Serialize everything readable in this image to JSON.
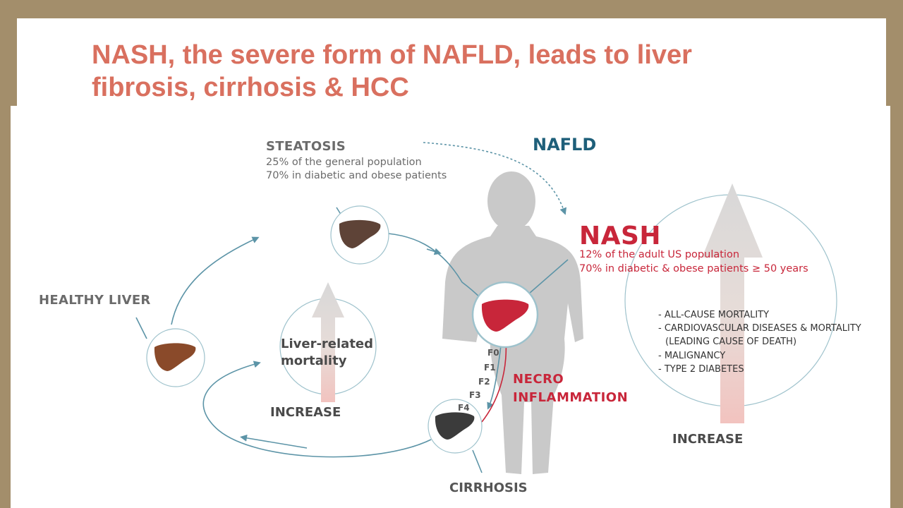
{
  "slide": {
    "title": "NASH, the severe form of NAFLD, leads to liver fibrosis, cirrhosis & HCC"
  },
  "diagram": {
    "steatosis": {
      "heading": "STEATOSIS",
      "line1": "25% of the general population",
      "line2": "70% in diabetic and obese patients"
    },
    "nafld_label": "NAFLD",
    "nash": {
      "heading": "NASH",
      "line1": "12% of the adult US population",
      "line2": "70% in diabetic & obese patients ≥ 50 years"
    },
    "healthy_liver_label": "HEALTHY LIVER",
    "liver_mortality": {
      "line1": "Liver-related",
      "line2": "mortality",
      "increase": "INCREASE"
    },
    "fibrosis_stages": [
      "F0",
      "F1",
      "F2",
      "F3",
      "F4"
    ],
    "necro": {
      "line1": "NECRO",
      "line2": "INFLAMMATION"
    },
    "cirrhosis_label": "CIRRHOSIS",
    "outcomes": {
      "items": [
        "- ALL-CAUSE MORTALITY",
        "- CARDIOVASCULAR DISEASES & MORTALITY",
        "(LEADING CAUSE OF DEATH)",
        "- MALIGNANCY",
        "- TYPE 2 DIABETES"
      ],
      "increase": "INCREASE"
    },
    "colors": {
      "title": "#d9705f",
      "teal": "#5c94a7",
      "nash_red": "#c8263a",
      "healthy_liver": "#8a4a2a",
      "steatosis_liver": "#5e4337",
      "nash_liver": "#c8263a",
      "cirrhosis_liver": "#3b3b3b",
      "silhouette": "#c9c9c9"
    }
  }
}
